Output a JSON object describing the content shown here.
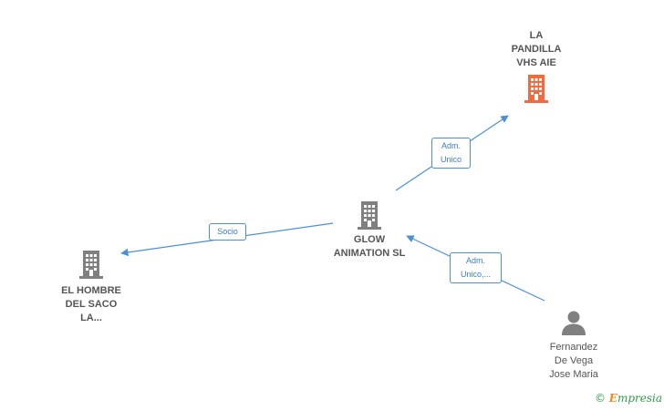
{
  "nodes": {
    "pandilla": {
      "label": "LA\nPANDILLA\nVHS  AIE",
      "icon": "building-icon",
      "color": "#f26a3d"
    },
    "glow": {
      "label": "GLOW\nANIMATION SL",
      "icon": "building-icon",
      "color": "#808080"
    },
    "hombre": {
      "label": "EL HOMBRE\nDEL SACO\nLA...",
      "icon": "building-icon",
      "color": "#808080"
    },
    "fernandez": {
      "label": "Fernandez\nDe Vega\nJose Maria",
      "icon": "person-icon",
      "color": "#808080"
    }
  },
  "edges": {
    "adm_unico": "Adm.\nUnico",
    "socio": "Socio",
    "adm_unico_more": "Adm.\nUnico,..."
  },
  "colors": {
    "link": "#4a90d9"
  },
  "footer": {
    "copyright": "©",
    "brand_initial": "E",
    "brand_rest": "mpresia"
  }
}
